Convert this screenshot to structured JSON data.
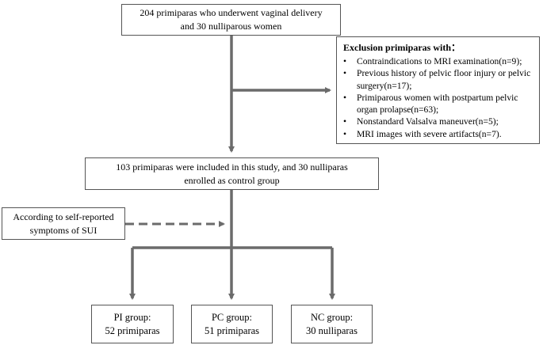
{
  "top_box": {
    "line1": "204 primiparas who underwent vaginal delivery",
    "line2": "and 30 nulliparous women"
  },
  "exclusion": {
    "title": "Exclusion primiparas with：",
    "items": [
      "Contraindications to MRI examination(n=9);",
      "Previous history of pelvic floor injury or pelvic surgery(n=17);",
      "Primiparous women with postpartum pelvic organ prolapse(n=63);",
      "Nonstandard Valsalva maneuver(n=5);",
      "MRI images with severe artifacts(n=7)."
    ]
  },
  "middle_box": {
    "line1": "103 primiparas were included in this study, and 30 nulliparas",
    "line2": "enrolled  as control group"
  },
  "side_box": {
    "line1": "According to self-reported",
    "line2": "symptoms of SUI"
  },
  "groups": [
    {
      "name": "PI group:",
      "count": "52 primiparas"
    },
    {
      "name": "PC group:",
      "count": "51 primiparas"
    },
    {
      "name": "NC group:",
      "count": "30 nulliparas"
    }
  ],
  "colors": {
    "arrow": "#6b6b6b",
    "border": "#555555"
  }
}
